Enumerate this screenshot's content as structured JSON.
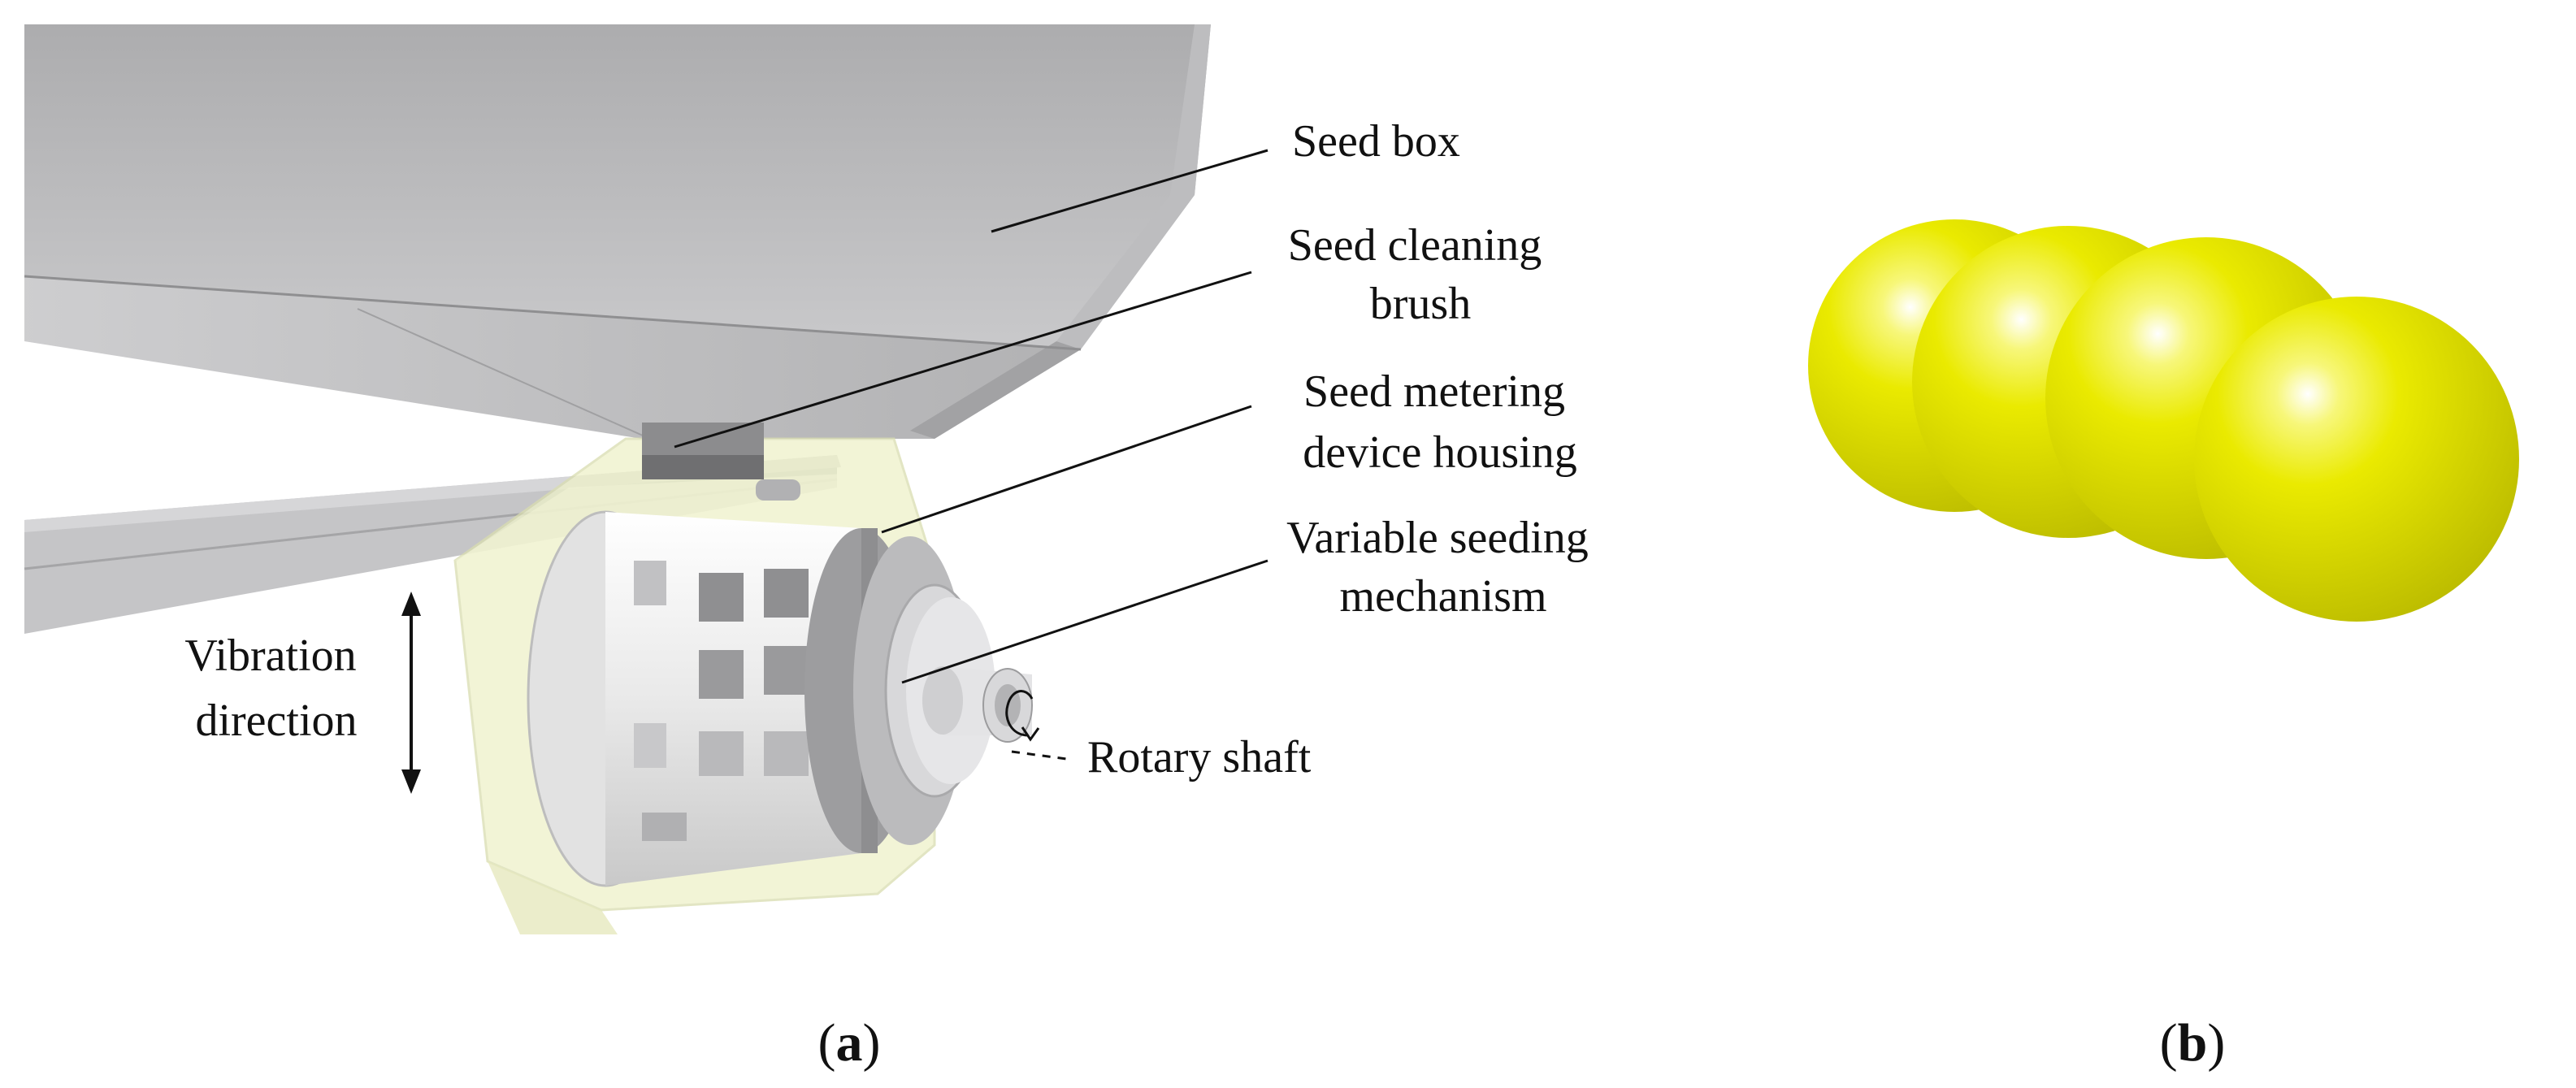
{
  "panel_a": {
    "panel_label": {
      "open": "(",
      "letter": "a",
      "close": ")"
    },
    "callouts": {
      "seed_box": "Seed box",
      "cleaning_brush": [
        "Seed cleaning",
        "brush"
      ],
      "housing": [
        "Seed metering",
        "device housing"
      ],
      "variable_mechanism": [
        "Variable seeding",
        "mechanism"
      ],
      "rotary_shaft": "Rotary shaft",
      "vibration_direction": [
        "Vibration",
        "direction"
      ]
    }
  },
  "panel_b": {
    "panel_label": {
      "open": "(",
      "letter": "b",
      "close": ")"
    }
  },
  "colors": {
    "hopper": "#b5b5b7",
    "hopper_dark": "#9c9c9e",
    "housing_tint": "#eef1c9",
    "roller": "#f4f4f4",
    "seed_yellow": "#eaea00",
    "seed_highlight": "#ffffff",
    "leader_line": "#111111"
  },
  "icons": [
    "double-arrow-icon",
    "rotation-arrow-icon"
  ]
}
